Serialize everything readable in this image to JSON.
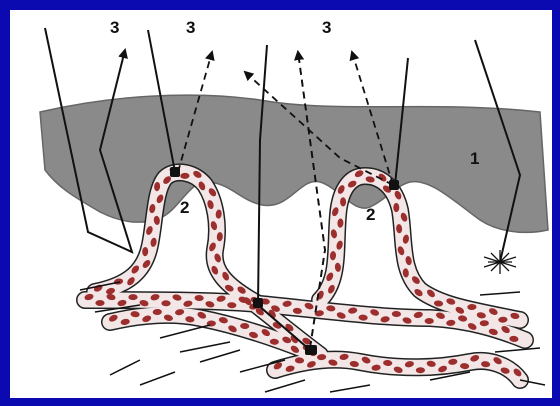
{
  "colors": {
    "frame": "#0a0ab0",
    "panel": "#ffffff",
    "tissue": "#8a8a8a",
    "vessel_fill": "#f2e6e6",
    "cell": "#9c2e2e",
    "line": "#111111"
  },
  "labels": {
    "l3a": "3",
    "l3b": "3",
    "l3c": "3",
    "l1": "1",
    "l2a": "2",
    "l2b": "2"
  }
}
